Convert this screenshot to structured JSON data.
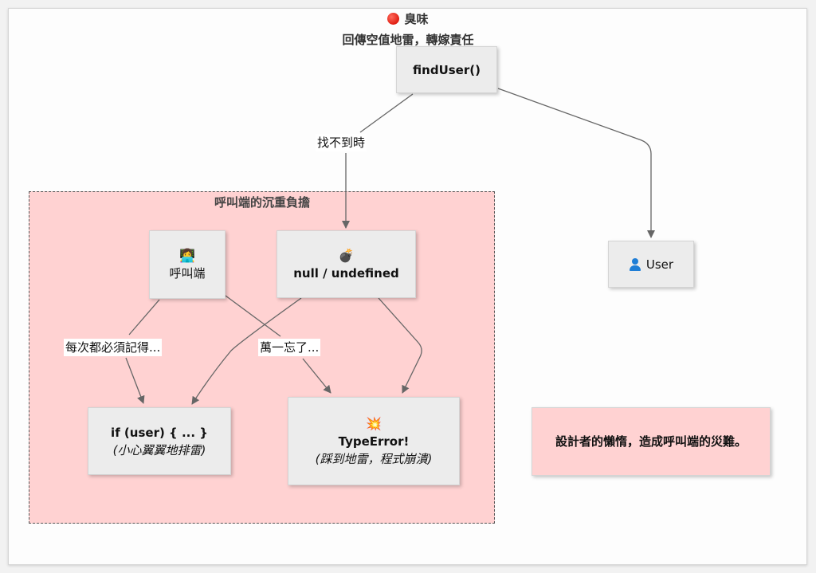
{
  "diagram": {
    "title_icon": "red-circle-icon",
    "title_line1": "臭味",
    "title_line2": "回傳空值地雷，轉嫁責任",
    "cluster": {
      "label": "呼叫端的沉重負擔",
      "fill": "#ffd2d2"
    },
    "nodes": {
      "find_user": {
        "label": "findUser()"
      },
      "user": {
        "icon": "user-icon",
        "label": "User"
      },
      "caller": {
        "icon": "technologist-icon",
        "emoji": "👩‍💻",
        "label": "呼叫端"
      },
      "null": {
        "icon": "bomb-icon",
        "emoji": "💣",
        "label": "null / undefined"
      },
      "if_check": {
        "label": "if (user) { ... }",
        "sublabel": "(小心翼翼地排雷)"
      },
      "type_error": {
        "icon": "collision-icon",
        "emoji": "💥",
        "label": "TypeError!",
        "sublabel": "(踩到地雷，程式崩潰)"
      },
      "note": {
        "label": "設計者的懶惰，造成呼叫端的災難。"
      }
    },
    "edges": [
      {
        "from": "find_user",
        "to": "null",
        "label": "找不到時"
      },
      {
        "from": "find_user",
        "to": "user",
        "label": ""
      },
      {
        "from": "caller",
        "to": "if_check",
        "label": "每次都必須記得..."
      },
      {
        "from": "caller",
        "to": "type_error",
        "label": "萬一忘了..."
      },
      {
        "from": "null",
        "to": "if_check",
        "label": ""
      },
      {
        "from": "null",
        "to": "type_error",
        "label": ""
      }
    ],
    "colors": {
      "node_fill": "#ececec",
      "edge": "#666666",
      "cluster_border": "#555555",
      "accent_red": "#e01e12",
      "user_blue": "#1f7ed6"
    }
  }
}
